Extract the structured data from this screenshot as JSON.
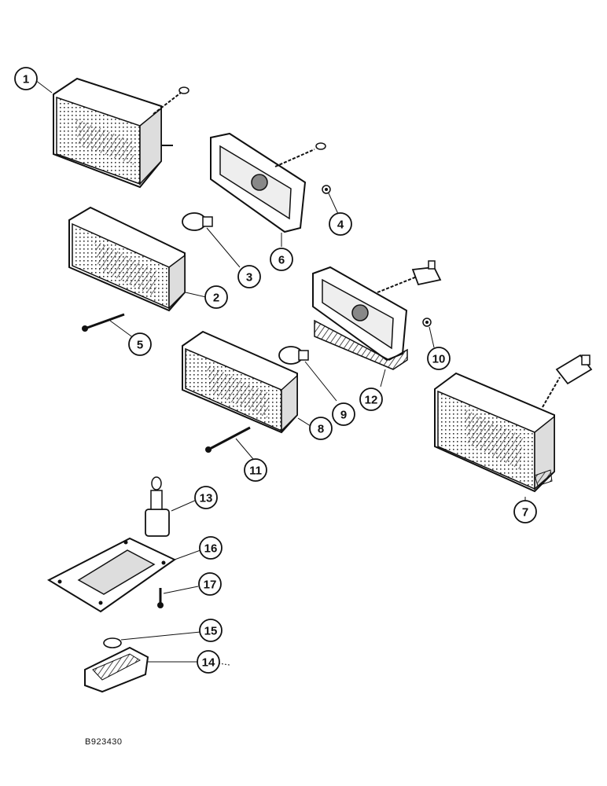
{
  "figure_id": "B923430",
  "callouts": [
    {
      "label": "1"
    },
    {
      "label": "2"
    },
    {
      "label": "3"
    },
    {
      "label": "4"
    },
    {
      "label": "5"
    },
    {
      "label": "6"
    },
    {
      "label": "7"
    },
    {
      "label": "8"
    },
    {
      "label": "9"
    },
    {
      "label": "10"
    },
    {
      "label": "11"
    },
    {
      "label": "12"
    },
    {
      "label": "13"
    },
    {
      "label": "14"
    },
    {
      "label": "15"
    },
    {
      "label": "16"
    },
    {
      "label": "17"
    }
  ]
}
